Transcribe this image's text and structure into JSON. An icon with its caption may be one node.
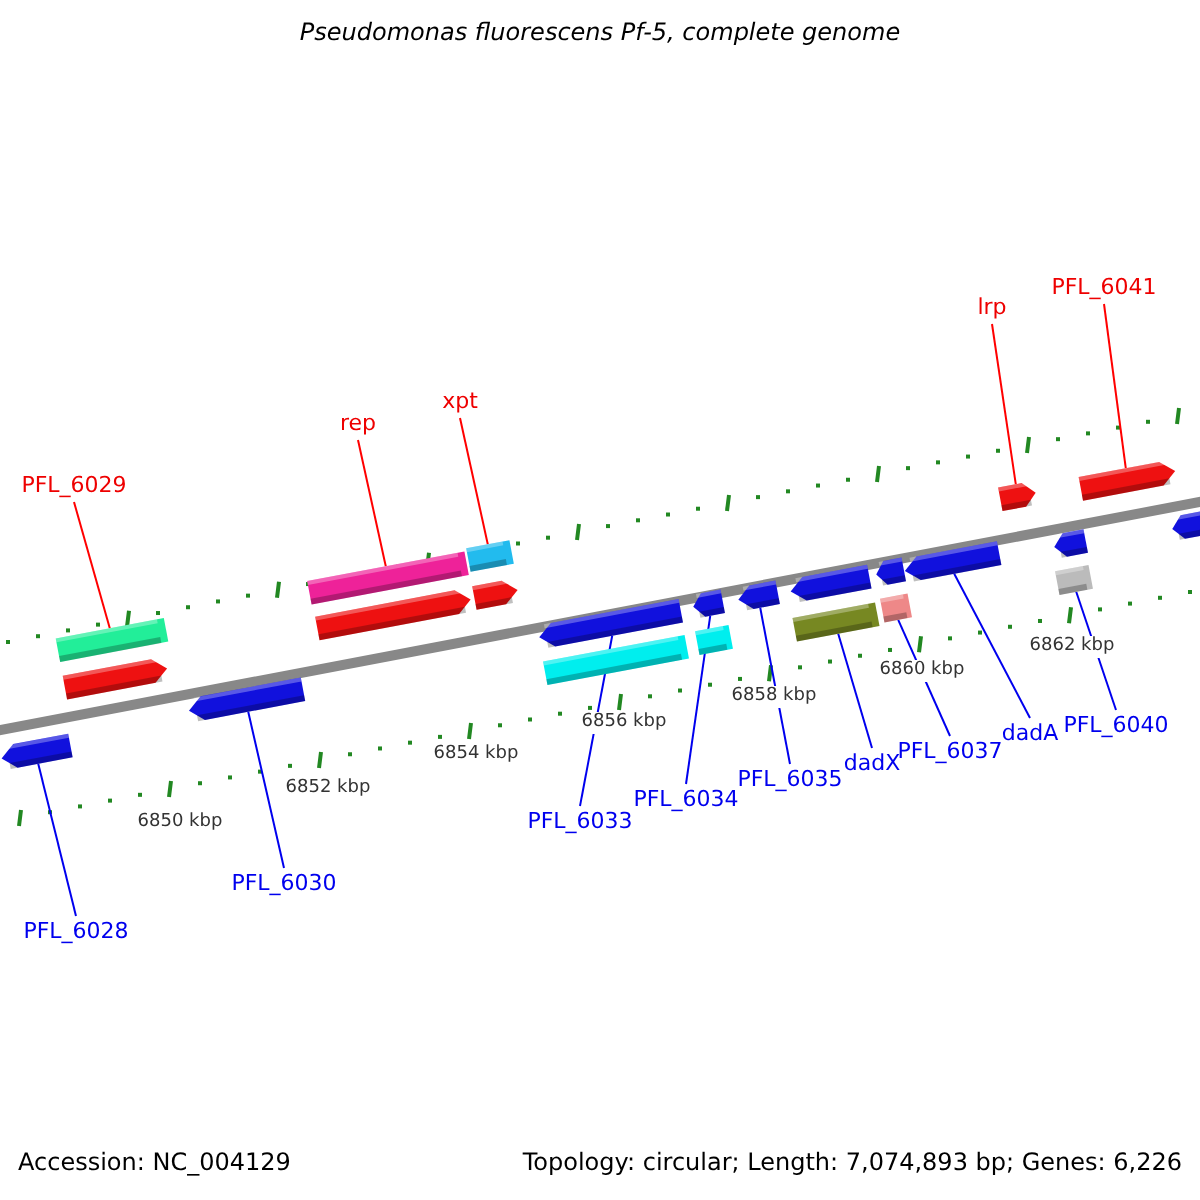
{
  "diagram": {
    "title": "Pseudomonas fluorescens Pf-5, complete genome",
    "nodes": [
      {
        "text": [
          "PFL_6029"
        ]
      },
      {
        "text": [
          "rep"
        ]
      },
      {
        "text": [
          "xpt"
        ]
      },
      {
        "text": [
          "lrp"
        ]
      },
      {
        "text": [
          "PFL_6041"
        ]
      },
      {
        "text": [
          "PFL_6028"
        ]
      },
      {
        "text": [
          "PFL_6030"
        ]
      },
      {
        "text": [
          "PFL_6033"
        ]
      },
      {
        "text": [
          "PFL_6034"
        ]
      },
      {
        "text": [
          "PFL_6035"
        ]
      },
      {
        "text": [
          "dadX"
        ]
      },
      {
        "text": [
          "PFL_6037"
        ]
      },
      {
        "text": [
          "dadA"
        ]
      },
      {
        "text": [
          "PFL_6040"
        ]
      },
      {
        "text": [],
        "shape": "bar"
      },
      {
        "text": [],
        "shape": "bar"
      },
      {
        "text": [],
        "shape": "bar"
      },
      {
        "text": [],
        "shape": "bar"
      },
      {
        "text": [],
        "shape": "bar"
      },
      {
        "text": [],
        "shape": "bar"
      },
      {
        "text": [],
        "shape": "bar"
      },
      {
        "text": [],
        "shape": "bar"
      },
      {
        "text": [],
        "shape": "bar"
      },
      {
        "text": [],
        "shape": "bar"
      },
      {
        "text": [],
        "shape": "bar"
      },
      {
        "text": [],
        "shape": "bar"
      },
      {
        "text": [],
        "shape": "bar"
      },
      {
        "text": [],
        "shape": "bar"
      },
      {
        "text": [],
        "shape": "bar"
      },
      {
        "text": [],
        "shape": "bar"
      },
      {
        "text": [],
        "shape": "bar"
      },
      {
        "text": [],
        "shape": "bar"
      },
      {
        "text": [],
        "shape": "bar"
      },
      {
        "text": [],
        "shape": "bar"
      },
      {
        "text": [],
        "shape": "bar"
      },
      {
        "text": [],
        "shape": "bar"
      },
      {
        "text": [],
        "shape": "bar"
      }
    ],
    "edges": [
      {
        "from": 0,
        "to": 15,
        "arrow": "none",
        "color": "#ff0000"
      },
      {
        "from": 1,
        "to": 18,
        "arrow": "none",
        "color": "#ff0000"
      },
      {
        "from": 2,
        "to": 20,
        "arrow": "none",
        "color": "#ff0000"
      },
      {
        "from": 3,
        "to": 32,
        "arrow": "none",
        "color": "#ff0000"
      },
      {
        "from": 4,
        "to": 35,
        "arrow": "none",
        "color": "#ff0000"
      },
      {
        "from": 5,
        "to": 14,
        "arrow": "none"
      },
      {
        "from": 6,
        "to": 17,
        "arrow": "none"
      },
      {
        "from": 7,
        "to": 22,
        "arrow": "none"
      },
      {
        "from": 8,
        "to": 24,
        "arrow": "none"
      },
      {
        "from": 9,
        "to": 26,
        "arrow": "none"
      },
      {
        "from": 10,
        "to": 28,
        "arrow": "none"
      },
      {
        "from": 11,
        "to": 30,
        "arrow": "none"
      },
      {
        "from": 12,
        "to": 31,
        "arrow": "none"
      },
      {
        "from": 13,
        "to": 34,
        "arrow": "none"
      }
    ],
    "labels": [
      "6850 kbp",
      "6852 kbp",
      "6854 kbp",
      "6856 kbp",
      "6858 kbp",
      "6860 kbp",
      "6862 kbp",
      "Accession: NC_004129",
      "Topology: circular; Length: 7,074,893 bp; Genes: 6,226"
    ]
  }
}
